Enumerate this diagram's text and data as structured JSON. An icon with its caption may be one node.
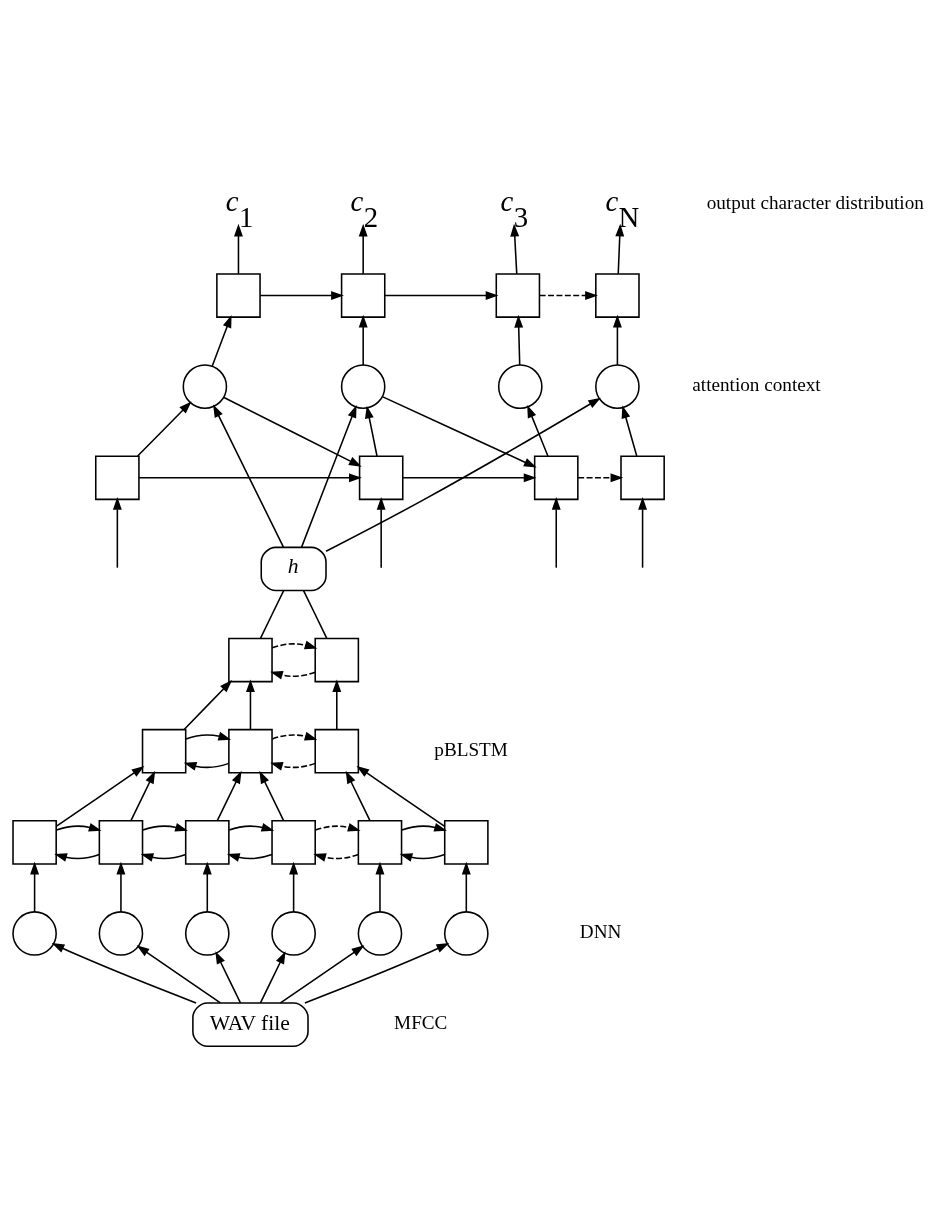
{
  "diagram": {
    "nodes": [
      {
        "text": [
          "*c*$_{1}$"
        ]
      },
      {
        "text": [
          "*c*$_{2}$"
        ]
      },
      {
        "text": [
          "*c*$_{3}$"
        ]
      },
      {
        "text": [
          "*c*$_{N}$"
        ]
      },
      {
        "text": [],
        "shape": "box"
      },
      {
        "text": [],
        "shape": "box"
      },
      {
        "text": [],
        "shape": "box"
      },
      {
        "text": [],
        "shape": "box"
      },
      {
        "text": [],
        "shape": "circle"
      },
      {
        "text": [],
        "shape": "circle"
      },
      {
        "text": [],
        "shape": "circle"
      },
      {
        "text": [],
        "shape": "circle"
      },
      {
        "text": [],
        "shape": "box"
      },
      {
        "text": [],
        "shape": "box"
      },
      {
        "text": [],
        "shape": "box"
      },
      {
        "text": [],
        "shape": "box"
      },
      {
        "text": [
          "h"
        ]
      },
      {
        "text": [],
        "shape": "box"
      },
      {
        "text": [],
        "shape": "box"
      },
      {
        "text": [],
        "shape": "box"
      },
      {
        "text": [],
        "shape": "box"
      },
      {
        "text": [],
        "shape": "box"
      },
      {
        "text": [],
        "shape": "box"
      },
      {
        "text": [],
        "shape": "box"
      },
      {
        "text": [],
        "shape": "box"
      },
      {
        "text": [],
        "shape": "box"
      },
      {
        "text": [],
        "shape": "box"
      },
      {
        "text": [],
        "shape": "box"
      },
      {
        "text": [],
        "shape": "circle"
      },
      {
        "text": [],
        "shape": "circle"
      },
      {
        "text": [],
        "shape": "circle"
      },
      {
        "text": [],
        "shape": "circle"
      },
      {
        "text": [],
        "shape": "circle"
      },
      {
        "text": [],
        "shape": "circle"
      },
      {
        "text": [
          "WAV file"
        ]
      }
    ],
    "edges": [
      {
        "from": 4,
        "to": 0,
        "arrow": "to"
      },
      {
        "from": 5,
        "to": 1,
        "arrow": "to"
      },
      {
        "from": 6,
        "to": 2,
        "arrow": "to"
      },
      {
        "from": 7,
        "to": 3,
        "arrow": "to"
      },
      {
        "from": 4,
        "to": 5,
        "arrow": "to"
      },
      {
        "from": 5,
        "to": 6,
        "arrow": "to"
      },
      {
        "from": 6,
        "to": 7,
        "arrow": "to",
        "style": "dashed"
      },
      {
        "from": 8,
        "to": 4,
        "arrow": "to"
      },
      {
        "from": 9,
        "to": 5,
        "arrow": "to"
      },
      {
        "from": 10,
        "to": 6,
        "arrow": "to"
      },
      {
        "from": 11,
        "to": 7,
        "arrow": "to"
      },
      {
        "from": 12,
        "to": 8,
        "arrow": "to"
      },
      {
        "from": 13,
        "to": 9,
        "arrow": "to"
      },
      {
        "from": 14,
        "to": 10,
        "arrow": "to"
      },
      {
        "from": 15,
        "to": 11,
        "arrow": "to"
      },
      {
        "from": 12,
        "to": 13,
        "arrow": "to"
      },
      {
        "from": 13,
        "to": 14,
        "arrow": "to"
      },
      {
        "from": 14,
        "to": 15,
        "arrow": "to",
        "style": "dashed"
      },
      {
        "from": 8,
        "to": 13,
        "arrow": "to"
      },
      {
        "from": 9,
        "to": 14,
        "arrow": "to"
      },
      {
        "from": 16,
        "to": 8,
        "arrow": "to"
      },
      {
        "from": 16,
        "to": 9,
        "arrow": "to"
      },
      {
        "from": 16,
        "to": 11,
        "arrow": "to"
      },
      {
        "from": null,
        "to": 12,
        "arrow": "to"
      },
      {
        "from": null,
        "to": 13,
        "arrow": "to"
      },
      {
        "from": null,
        "to": 14,
        "arrow": "to"
      },
      {
        "from": null,
        "to": 15,
        "arrow": "to"
      },
      {
        "from": 17,
        "to": 16,
        "arrow": "none"
      },
      {
        "from": 18,
        "to": 16,
        "arrow": "none"
      },
      {
        "from": 17,
        "to": 18,
        "arrow": "to",
        "style": "dashed"
      },
      {
        "from": 18,
        "to": 17,
        "arrow": "to",
        "style": "dashed"
      },
      {
        "from": 19,
        "to": 17,
        "arrow": "to"
      },
      {
        "from": 20,
        "to": 17,
        "arrow": "to"
      },
      {
        "from": 21,
        "to": 18,
        "arrow": "to"
      },
      {
        "from": 19,
        "to": 20,
        "arrow": "to"
      },
      {
        "from": 20,
        "to": 19,
        "arrow": "to"
      },
      {
        "from": 20,
        "to": 21,
        "arrow": "to",
        "style": "dashed"
      },
      {
        "from": 21,
        "to": 20,
        "arrow": "to",
        "style": "dashed"
      },
      {
        "from": 22,
        "to": 19,
        "arrow": "to"
      },
      {
        "from": 23,
        "to": 19,
        "arrow": "to"
      },
      {
        "from": 24,
        "to": 20,
        "arrow": "to"
      },
      {
        "from": 25,
        "to": 20,
        "arrow": "to"
      },
      {
        "from": 26,
        "to": 21,
        "arrow": "to"
      },
      {
        "from": 27,
        "to": 21,
        "arrow": "to"
      },
      {
        "from": 22,
        "to": 23,
        "arrow": "to"
      },
      {
        "from": 23,
        "to": 22,
        "arrow": "to"
      },
      {
        "from": 23,
        "to": 24,
        "arrow": "to"
      },
      {
        "from": 24,
        "to": 23,
        "arrow": "to"
      },
      {
        "from": 24,
        "to": 25,
        "arrow": "to"
      },
      {
        "from": 25,
        "to": 24,
        "arrow": "to"
      },
      {
        "from": 25,
        "to": 26,
        "arrow": "to",
        "style": "dashed"
      },
      {
        "from": 26,
        "to": 25,
        "arrow": "to",
        "style": "dashed"
      },
      {
        "from": 26,
        "to": 27,
        "arrow": "to"
      },
      {
        "from": 27,
        "to": 26,
        "arrow": "to"
      },
      {
        "from": 28,
        "to": 22,
        "arrow": "to"
      },
      {
        "from": 29,
        "to": 23,
        "arrow": "to"
      },
      {
        "from": 30,
        "to": 24,
        "arrow": "to"
      },
      {
        "from": 31,
        "to": 25,
        "arrow": "to"
      },
      {
        "from": 32,
        "to": 26,
        "arrow": "to"
      },
      {
        "from": 33,
        "to": 27,
        "arrow": "to"
      },
      {
        "from": 34,
        "to": 28,
        "arrow": "to"
      },
      {
        "from": 34,
        "to": 29,
        "arrow": "to"
      },
      {
        "from": 34,
        "to": 30,
        "arrow": "to"
      },
      {
        "from": 34,
        "to": 31,
        "arrow": "to"
      },
      {
        "from": 34,
        "to": 32,
        "arrow": "to"
      },
      {
        "from": 34,
        "to": 33,
        "arrow": "to"
      }
    ],
    "labels": [
      "output character distribution",
      "attention context",
      "pBLSTM",
      "DNN",
      "MFCC"
    ]
  }
}
